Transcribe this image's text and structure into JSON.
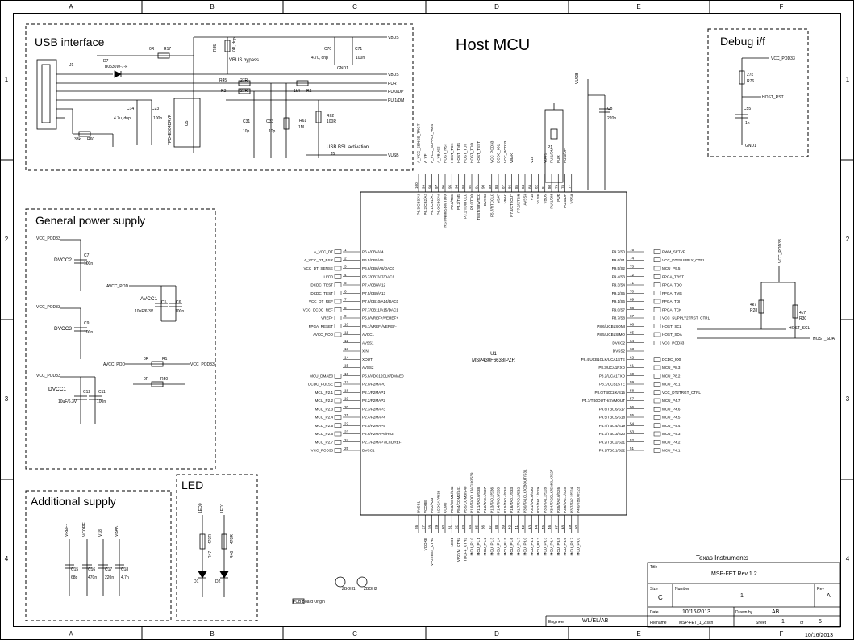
{
  "sheet": {
    "columns": [
      "A",
      "B",
      "C",
      "D",
      "E",
      "F"
    ],
    "rows": [
      "1",
      "2",
      "3",
      "4"
    ]
  },
  "titles": {
    "host_mcu": "Host MCU",
    "usb": "USB interface",
    "power": "General power supply",
    "additional": "Additional supply",
    "led": "LED",
    "debug": "Debug i/f"
  },
  "usb": {
    "connector": "J1",
    "diode": "D7",
    "diode_part": "B0530W-7-F",
    "r17_val": "0R",
    "r17": "R17",
    "r85": "R85",
    "r85_val": "0R, dnp",
    "vbus_bypass": "VBUS bypass",
    "c70": "C70",
    "c70_val": "4.7u, dnp",
    "c71": "C71",
    "c71_val": "100n",
    "vbus_a": "VBUS",
    "vbus_b": "VBUS",
    "gnd": "GND1",
    "r45": "R45",
    "r45_val": "27R",
    "r3": "R3",
    "r3_val": "27R",
    "r2": "R2",
    "r2_val": "1k4",
    "pur": "PUR",
    "pu_dp": "PU.0/DP",
    "pu_dm": "PU.1/DM",
    "c14": "C14",
    "c14_val": "4.7u, dnp",
    "c23": "C23",
    "c23_val": "100n",
    "u5": "U5",
    "u5_part": "TPD4E004DRYR",
    "c31": "C31",
    "c31_val": "10p",
    "c33": "C33",
    "c33_val": "10p",
    "r61": "R61",
    "r61_val": "1M",
    "r62": "R62",
    "r62_val": "100R",
    "r60": "R60",
    "r60_val": "33k",
    "bsl": "USB BSL activation",
    "j5": "J5",
    "vusb": "VUSB"
  },
  "power": {
    "vcc_pod33": "VCC_POD33",
    "dvcc2": "DVCC2",
    "c7": "C7",
    "c7_val": "100n",
    "dvcc3": "DVCC3",
    "c9": "C9",
    "c9_val": "100n",
    "dvcc1": "DVCC1",
    "c12": "C12",
    "c12_val": "10uF/6.3V",
    "c11": "C11",
    "c11_val": "100n",
    "avcc_pod": "AVCC_POD",
    "avcc1": "AVCC1",
    "c5": "C5",
    "c5_val": "10uF/6.3V",
    "c6": "C6",
    "c6_val": "100n",
    "r1_val": "0R",
    "r1": "R1",
    "r50_val": "0R",
    "r50": "R50"
  },
  "additional": {
    "caps": [
      {
        "net": "VREF+",
        "ref": "C15",
        "val": "68p"
      },
      {
        "net": "VCORE",
        "ref": "C16",
        "val": "470n"
      },
      {
        "net": "V18",
        "ref": "C17",
        "val": "220n"
      },
      {
        "net": "VBAK",
        "ref": "C18",
        "val": "4.7n"
      }
    ]
  },
  "led": {
    "items": [
      {
        "net": "LED0",
        "r": "R47",
        "rv": "470R",
        "d": "D1"
      },
      {
        "net": "LED1",
        "r": "R46",
        "rv": "470R",
        "d": "D2"
      }
    ]
  },
  "debug": {
    "vcc": "VCC_POD33",
    "r76": "R76",
    "r76_val": "27k",
    "host_rst": "HOST_RST",
    "c55": "C55",
    "c55_val": "1n",
    "gnd": "GND1"
  },
  "mcu": {
    "ref": "U1",
    "part": "MSP430F6638IPZR",
    "p1": "P1",
    "vusb": "VUSB",
    "c8": "C8",
    "c8_val": "220n",
    "left_pins": [
      {
        "net": "A_VCC_DT",
        "num": "1",
        "name": "P6.4/CB4/A4"
      },
      {
        "net": "A_VCC_DT_BSR",
        "num": "2",
        "name": "P6.5/CB5/A5"
      },
      {
        "net": "VCC_DT_SENSE",
        "num": "3",
        "name": "P6.6/CB6/A6/DAC0"
      },
      {
        "net": "LED0",
        "num": "4",
        "name": "P6.7/CB7/A7/DAC1"
      },
      {
        "net": "DCDC_TEST",
        "num": "5",
        "name": "P7.4/CB8/A12"
      },
      {
        "net": "DCDC_TEST",
        "num": "6",
        "name": "P7.5/CB9/A13"
      },
      {
        "net": "VCC_DT_REF",
        "num": "7",
        "name": "P7.6/CB10/A14/DAC0"
      },
      {
        "net": "VCC_DCDC_REF",
        "num": "8",
        "name": "P7.7/CB11/A15/DAC1"
      },
      {
        "net": "VREF+",
        "num": "9",
        "name": "P5.0/VREF+/VEREF+"
      },
      {
        "net": "FPGA_RESET",
        "num": "10",
        "name": "P5.1/VREF-/VEREF-"
      },
      {
        "net": "AVCC_POD",
        "num": "11",
        "name": "AVCC1"
      },
      {
        "net": "",
        "num": "12",
        "name": "AVSS1"
      },
      {
        "net": "",
        "num": "13",
        "name": "XIN"
      },
      {
        "net": "",
        "num": "14",
        "name": "XOUT"
      },
      {
        "net": "",
        "num": "15",
        "name": "AVSS2"
      },
      {
        "net": "MCU_DMAE0",
        "num": "16",
        "name": "P5.6/ADC12CLK/DMAE0"
      },
      {
        "net": "DCDC_PULSE",
        "num": "17",
        "name": "P2.0/P2MAP0"
      },
      {
        "net": "MCU_P2.1",
        "num": "18",
        "name": "P2.1/P2MAP1"
      },
      {
        "net": "MCU_P2.2",
        "num": "19",
        "name": "P2.2/P2MAP2"
      },
      {
        "net": "MCU_P2.3",
        "num": "20",
        "name": "P2.3/P2MAP3"
      },
      {
        "net": "MCU_P2.4",
        "num": "21",
        "name": "P2.4/P2MAP4"
      },
      {
        "net": "MCU_P2.5",
        "num": "22",
        "name": "P2.5/P2MAP5"
      },
      {
        "net": "MCU_P2.6",
        "num": "23",
        "name": "P2.6/P2MAP6/R03"
      },
      {
        "net": "MCU_P2.7",
        "num": "24",
        "name": "P2.7/P2MAP7/LCDREF"
      },
      {
        "net": "VCC_POD33",
        "num": "25",
        "name": "DVCC1"
      }
    ],
    "right_pins": [
      {
        "net": "PWM_SETVF",
        "num": "75",
        "name": "P9.7/S0"
      },
      {
        "net": "VCC_DT2SUPPLY_CTRL",
        "num": "74",
        "name": "P9.6/S1"
      },
      {
        "net": "MCU_P9.5",
        "num": "73",
        "name": "P9.5/S2"
      },
      {
        "net": "FPGA_TRST",
        "num": "72",
        "name": "P9.4/S3"
      },
      {
        "net": "FPGA_TDO",
        "num": "71",
        "name": "P9.3/S4"
      },
      {
        "net": "FPGA_TMS",
        "num": "70",
        "name": "P9.2/S5"
      },
      {
        "net": "FPGA_TDI",
        "num": "69",
        "name": "P9.1/S6"
      },
      {
        "net": "FPGA_TCK",
        "num": "68",
        "name": "P9.0/S7"
      },
      {
        "net": "VCC_SUPPLY2TRST_CTRL",
        "num": "67",
        "name": "P8.7/S8"
      },
      {
        "net": "HOST_SCL",
        "num": "66",
        "name": "P8.6/UCB1SOMI"
      },
      {
        "net": "HOST_SDA",
        "num": "65",
        "name": "P8.5/UCB1SIMO"
      },
      {
        "net": "VCC_POD33",
        "num": "64",
        "name": "DVCC2"
      },
      {
        "net": "",
        "num": "63",
        "name": "DVSS2"
      },
      {
        "net": "DCDC_IO0",
        "num": "62",
        "name": "P8.4/UCB1CLK/UCA1STE"
      },
      {
        "net": "MCU_P8.3",
        "num": "61",
        "name": "P8.3/UCA1RXD"
      },
      {
        "net": "MCU_P8.2",
        "num": "60",
        "name": "P8.2/UCA1TXD"
      },
      {
        "net": "MCU_P8.1",
        "num": "59",
        "name": "P8.1/UCB1STE"
      },
      {
        "net": "VCC_DT2TRGT_CTRL",
        "num": "58",
        "name": "P8.0/TB0CLK/S15"
      },
      {
        "net": "MCU_P4.7",
        "num": "57",
        "name": "P4.7/TB0OUTH/SVMOUT"
      },
      {
        "net": "MCU_P4.6",
        "num": "56",
        "name": "P4.6/TB0.6/S17"
      },
      {
        "net": "MCU_P4.5",
        "num": "55",
        "name": "P4.5/TB0.5/S18"
      },
      {
        "net": "MCU_P4.4",
        "num": "54",
        "name": "P4.4/TB0.4/S19"
      },
      {
        "net": "MCU_P4.3",
        "num": "53",
        "name": "P4.3/TB0.3/S20"
      },
      {
        "net": "MCU_P4.2",
        "num": "52",
        "name": "P4.2/TB0.2/S21"
      },
      {
        "net": "MCU_P4.1",
        "num": "51",
        "name": "P4.1/TB0.1/S22"
      }
    ],
    "top_pins": [
      {
        "net": "A_VCC_SENSE_TRGT",
        "num": "100",
        "name": "P6.3/CB3/A3"
      },
      {
        "net": "A_VF",
        "num": "99",
        "name": "P6.2/CB2/A2"
      },
      {
        "net": "A_VCC_SUPPLY_HOST",
        "num": "98",
        "name": "P6.1/CB1/A1"
      },
      {
        "net": "A_VBUS5",
        "num": "97",
        "name": "P6.0/CB0/A0"
      },
      {
        "net": "HOST_RST",
        "num": "96",
        "name": "RST/NMI/SBWTDIO"
      },
      {
        "net": "HOST_TCK",
        "num": "95",
        "name": "PJ.3/TCK"
      },
      {
        "net": "HOST_TMS",
        "num": "94",
        "name": "PJ.2/TMS"
      },
      {
        "net": "HOST_TDI",
        "num": "93",
        "name": "PJ.1/TDI/TCLK"
      },
      {
        "net": "HOST_TDO",
        "num": "92",
        "name": "PJ.0/TDO"
      },
      {
        "net": "HOST_TEST",
        "num": "91",
        "name": "TEST/SBWTCK"
      },
      {
        "net": "",
        "num": "90",
        "name": "DVSS3"
      },
      {
        "net": "VCC_POD33",
        "num": "89",
        "name": "P5.7/RTCCLK"
      },
      {
        "net": "DCDC_IO1",
        "num": "88",
        "name": "VBAT"
      },
      {
        "net": "VCC_POD33",
        "num": "87",
        "name": "VBAK"
      },
      {
        "net": "VBAK",
        "num": "86",
        "name": "P7.3/XT2OUT"
      },
      {
        "net": "",
        "num": "85",
        "name": "P7.2/XT2IN"
      },
      {
        "net": "",
        "num": "84",
        "name": "AVSS3"
      },
      {
        "net": "V18",
        "num": "83",
        "name": "V18"
      },
      {
        "net": "",
        "num": "82",
        "name": "VUSB"
      },
      {
        "net": "VBUS",
        "num": "81",
        "name": "VBUS"
      },
      {
        "net": "PU.1/DM",
        "num": "80",
        "name": "PU.1/DM"
      },
      {
        "net": "PUR",
        "num": "79",
        "name": "PUR"
      },
      {
        "net": "PU.0/DP",
        "num": "78",
        "name": "PU.0/DP"
      },
      {
        "net": "",
        "num": "77",
        "name": "VSSU"
      }
    ],
    "bottom_pins": [
      {
        "net": "",
        "num": "26",
        "name": "DVSS1"
      },
      {
        "net": "VCORE",
        "num": "27",
        "name": "VCORE"
      },
      {
        "net": "VP2TEST_CTRL",
        "num": "28",
        "name": "P5.2/R23"
      },
      {
        "net": "",
        "num": "29",
        "name": "LCDCAP/R33"
      },
      {
        "net": "",
        "num": "30",
        "name": "COM0"
      },
      {
        "net": "LED1",
        "num": "31",
        "name": "P5.3/COM1/S42"
      },
      {
        "net": "VP2VM_CTRL",
        "num": "32",
        "name": "P5.4/COM2/S41"
      },
      {
        "net": "TDOFF_CTRL",
        "num": "33",
        "name": "P5.5/COM3/S40"
      },
      {
        "net": "MCU_P1.0",
        "num": "34",
        "name": "P1.0/TA0CLK/ACLK/S39"
      },
      {
        "net": "MCU_P1.1",
        "num": "35",
        "name": "P1.1/TA0.0/S38"
      },
      {
        "net": "MCU_P1.2",
        "num": "36",
        "name": "P1.2/TA0.1/S37"
      },
      {
        "net": "MCU_P1.3",
        "num": "37",
        "name": "P1.3/TA0.2/S36"
      },
      {
        "net": "MCU_P1.4",
        "num": "38",
        "name": "P1.4/TA0.3/S35"
      },
      {
        "net": "MCU_P1.5",
        "num": "39",
        "name": "P1.5/TA0.4/S34"
      },
      {
        "net": "MCU_P1.6",
        "num": "40",
        "name": "P1.6/TA0.1/S33"
      },
      {
        "net": "MCU_P1.7",
        "num": "41",
        "name": "P1.7/TA0.2/S32"
      },
      {
        "net": "MCU_P3.0",
        "num": "42",
        "name": "P3.0/TA1CLK/CBOUT/S31"
      },
      {
        "net": "MCU_P3.1",
        "num": "43",
        "name": "P3.1/TA1.0/S30"
      },
      {
        "net": "MCU_P3.2",
        "num": "44",
        "name": "P3.2/TA1.1/S29"
      },
      {
        "net": "MCU_P3.3",
        "num": "45",
        "name": "P3.3/TA1.2/S28"
      },
      {
        "net": "MCU_P3.4",
        "num": "46",
        "name": "P3.4/TA2CLK/SMCLK/S27"
      },
      {
        "net": "MCU_P3.5",
        "num": "47",
        "name": "P3.5/TA2.0/S26"
      },
      {
        "net": "MCU_P3.6",
        "num": "48",
        "name": "P3.6/TA2.1/S25"
      },
      {
        "net": "MCU_P3.7",
        "num": "49",
        "name": "P3.7/TA2.2/S24"
      },
      {
        "net": "MCU_P4.0",
        "num": "50",
        "name": "P4.0/TB0.0/S23"
      }
    ],
    "debug_right": {
      "vcc": "VCC_POD33",
      "r28": "R28",
      "r28_val": "4k7",
      "r30": "R30",
      "r30_val": "4k7",
      "host_scl": "HOST_SCL",
      "host_sda": "HOST_SDA"
    }
  },
  "holes": [
    "ZBOH1",
    "ZBOH2"
  ],
  "pcb_origin": "PCB Board Origin",
  "title_block": {
    "company": "Texas Instruments",
    "title_label": "Title",
    "title": "MSP-FET Rev 1.2",
    "size_label": "Size",
    "size": "C",
    "number_label": "Number",
    "number": "1",
    "rev_label": "Rev",
    "rev": "A",
    "date_label": "Date",
    "date": "10/16/2013",
    "drawn_label": "Drawn by",
    "drawn": "AB",
    "engineer_label": "Engineer",
    "engineer": "WL/EL/AB",
    "file_label": "Filename",
    "filename": "MSP-FET_1_2.sch",
    "sheet_label": "Sheet",
    "sheet": "1",
    "of_label": "of",
    "of": "5",
    "print_date": "10/16/2013"
  }
}
